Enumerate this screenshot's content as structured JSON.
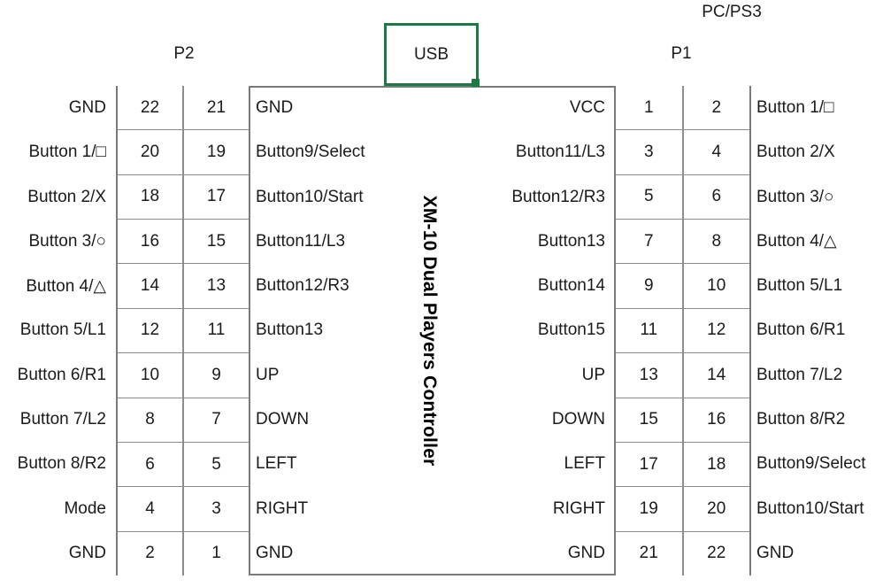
{
  "headers": {
    "pc_ps3": "PC/PS3",
    "p2": "P2",
    "p1": "P1"
  },
  "usb": {
    "label": "USB",
    "border_color": "#1a7a43",
    "handle_color": "#1a7a43"
  },
  "center_title": "XM-10 Dual Players Controller",
  "p2_table": {
    "name": "P2",
    "rows": [
      {
        "outer_label": "GND",
        "pin_a": "22",
        "pin_b": "21",
        "inner_label": "GND"
      },
      {
        "outer_label": "Button 1/□",
        "pin_a": "20",
        "pin_b": "19",
        "inner_label": "Button9/Select"
      },
      {
        "outer_label": "Button 2/X",
        "pin_a": "18",
        "pin_b": "17",
        "inner_label": "Button10/Start"
      },
      {
        "outer_label": "Button 3/○",
        "pin_a": "16",
        "pin_b": "15",
        "inner_label": "Button11/L3"
      },
      {
        "outer_label": "Button 4/△",
        "pin_a": "14",
        "pin_b": "13",
        "inner_label": "Button12/R3"
      },
      {
        "outer_label": "Button 5/L1",
        "pin_a": "12",
        "pin_b": "11",
        "inner_label": "Button13"
      },
      {
        "outer_label": "Button 6/R1",
        "pin_a": "10",
        "pin_b": "9",
        "inner_label": "UP"
      },
      {
        "outer_label": "Button 7/L2",
        "pin_a": "8",
        "pin_b": "7",
        "inner_label": "DOWN"
      },
      {
        "outer_label": "Button 8/R2",
        "pin_a": "6",
        "pin_b": "5",
        "inner_label": "LEFT"
      },
      {
        "outer_label": "Mode",
        "pin_a": "4",
        "pin_b": "3",
        "inner_label": "RIGHT"
      },
      {
        "outer_label": "GND",
        "pin_a": "2",
        "pin_b": "1",
        "inner_label": "GND"
      }
    ]
  },
  "p1_table": {
    "name": "P1",
    "rows": [
      {
        "inner_label": "VCC",
        "pin_a": "1",
        "pin_b": "2",
        "outer_label": "Button 1/□"
      },
      {
        "inner_label": "Button11/L3",
        "pin_a": "3",
        "pin_b": "4",
        "outer_label": "Button 2/X"
      },
      {
        "inner_label": "Button12/R3",
        "pin_a": "5",
        "pin_b": "6",
        "outer_label": "Button 3/○"
      },
      {
        "inner_label": "Button13",
        "pin_a": "7",
        "pin_b": "8",
        "outer_label": "Button 4/△"
      },
      {
        "inner_label": "Button14",
        "pin_a": "9",
        "pin_b": "10",
        "outer_label": "Button 5/L1"
      },
      {
        "inner_label": "Button15",
        "pin_a": "11",
        "pin_b": "12",
        "outer_label": "Button 6/R1"
      },
      {
        "inner_label": "UP",
        "pin_a": "13",
        "pin_b": "14",
        "outer_label": "Button 7/L2"
      },
      {
        "inner_label": "DOWN",
        "pin_a": "15",
        "pin_b": "16",
        "outer_label": "Button 8/R2"
      },
      {
        "inner_label": "LEFT",
        "pin_a": "17",
        "pin_b": "18",
        "outer_label": "Button9/Select"
      },
      {
        "inner_label": "RIGHT",
        "pin_a": "19",
        "pin_b": "20",
        "outer_label": "Button10/Start"
      },
      {
        "inner_label": "GND",
        "pin_a": "21",
        "pin_b": "22",
        "outer_label": "GND"
      }
    ]
  },
  "colors": {
    "line": "#7a7a7a",
    "grid": "#8c8c8c",
    "text": "#1a1a1a",
    "usb_green": "#1a7a43",
    "background": "#ffffff"
  }
}
